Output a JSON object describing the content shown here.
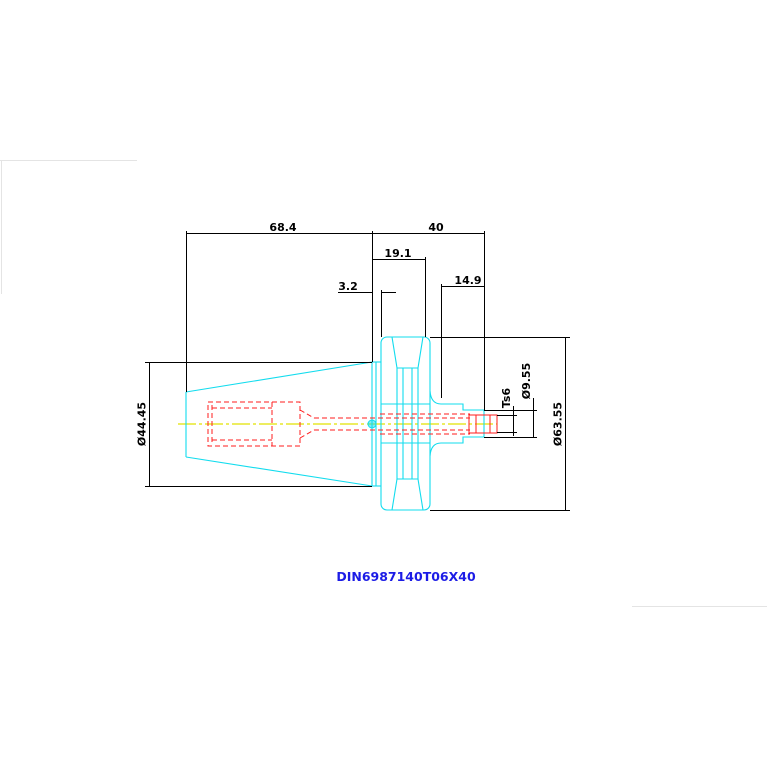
{
  "drawing": {
    "part_number": "DIN6987140T06X40",
    "dimensions": {
      "taper_length": "68.4",
      "overall_length": "40",
      "gauge_to_flange_face": "19.1",
      "nose_length": "14.9",
      "gauge_gap": "3.2",
      "taper_diameter": "Ø44.45",
      "flange_diameter": "Ø63.55",
      "nose_diameter": "Ø9.55",
      "thread": "Ts6"
    }
  },
  "colors": {
    "outline": "#12dcee",
    "hidden_lines": "#ff1e1e",
    "center_line": "#e2e200",
    "dimension_lines": "#000000",
    "caption": "#1c1ce6"
  }
}
